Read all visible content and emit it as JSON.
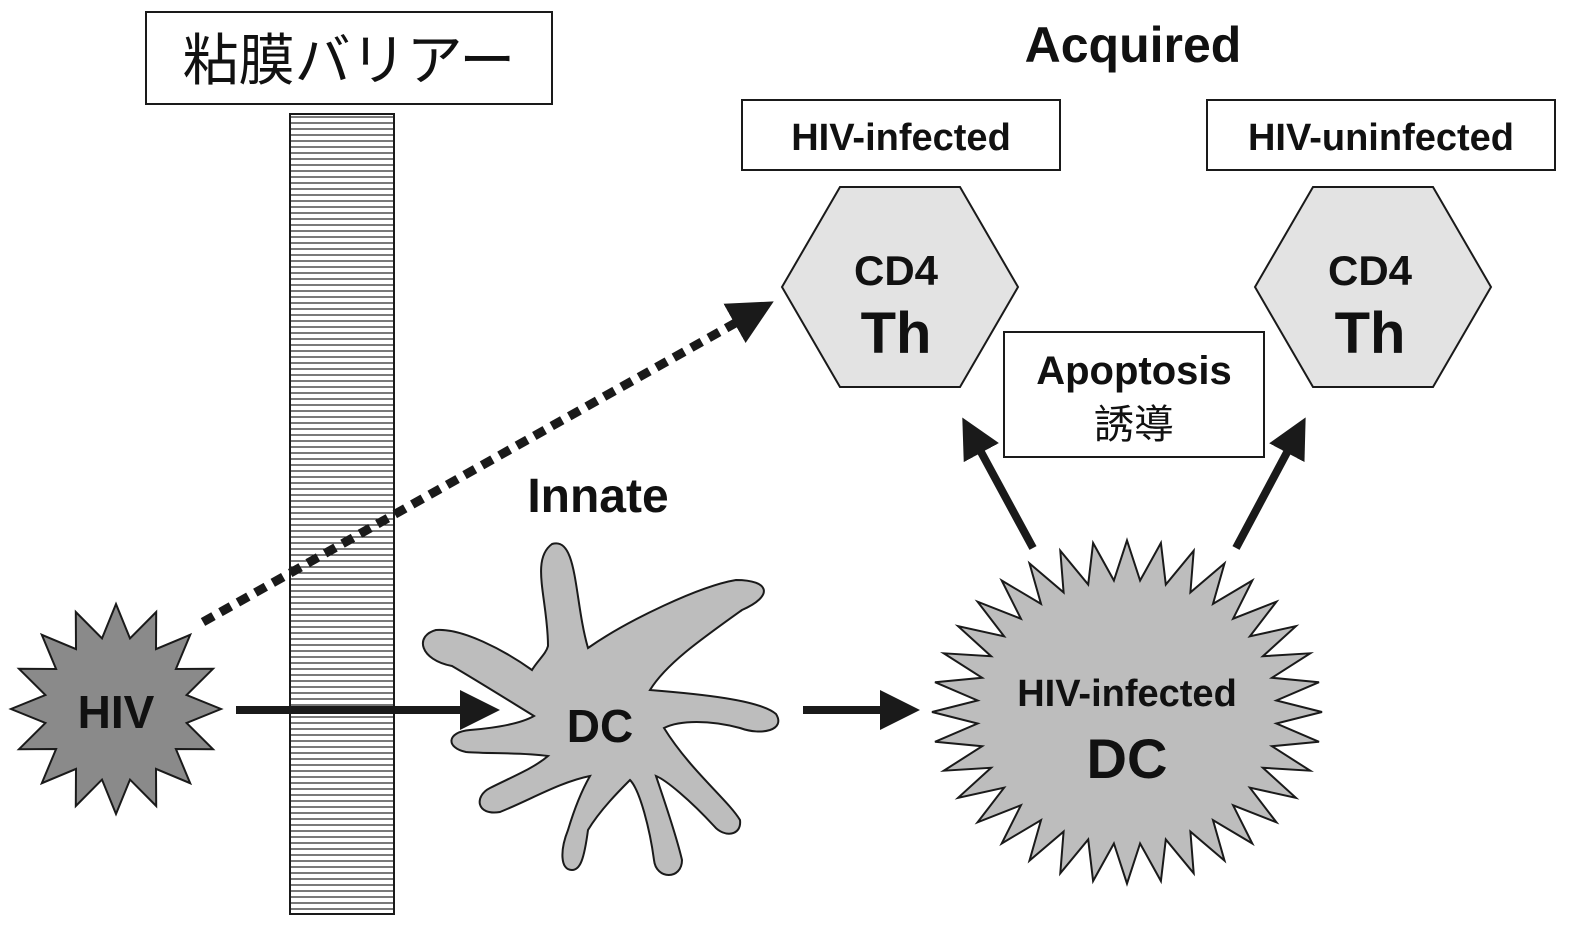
{
  "barrier": {
    "label": "粘膜バリアー"
  },
  "sections": {
    "acquired": "Acquired",
    "innate": "Innate"
  },
  "hiv": {
    "label": "HIV"
  },
  "dc": {
    "label": "DC"
  },
  "infected_dc": {
    "line1": "HIV-infected",
    "line2": "DC"
  },
  "boxes": {
    "infected": "HIV-infected",
    "uninfected": "HIV-uninfected",
    "apoptosis_line1": "Apoptosis",
    "apoptosis_line2": "誘導"
  },
  "cd4_left": {
    "line1": "CD4",
    "line2": "Th"
  },
  "cd4_right": {
    "line1": "CD4",
    "line2": "Th"
  },
  "colors": {
    "shape_fill": "#bdbdbd",
    "hex_fill": "#e3e3e3",
    "hiv_fill": "#8a8a8a",
    "line": "#1a1a1a"
  }
}
